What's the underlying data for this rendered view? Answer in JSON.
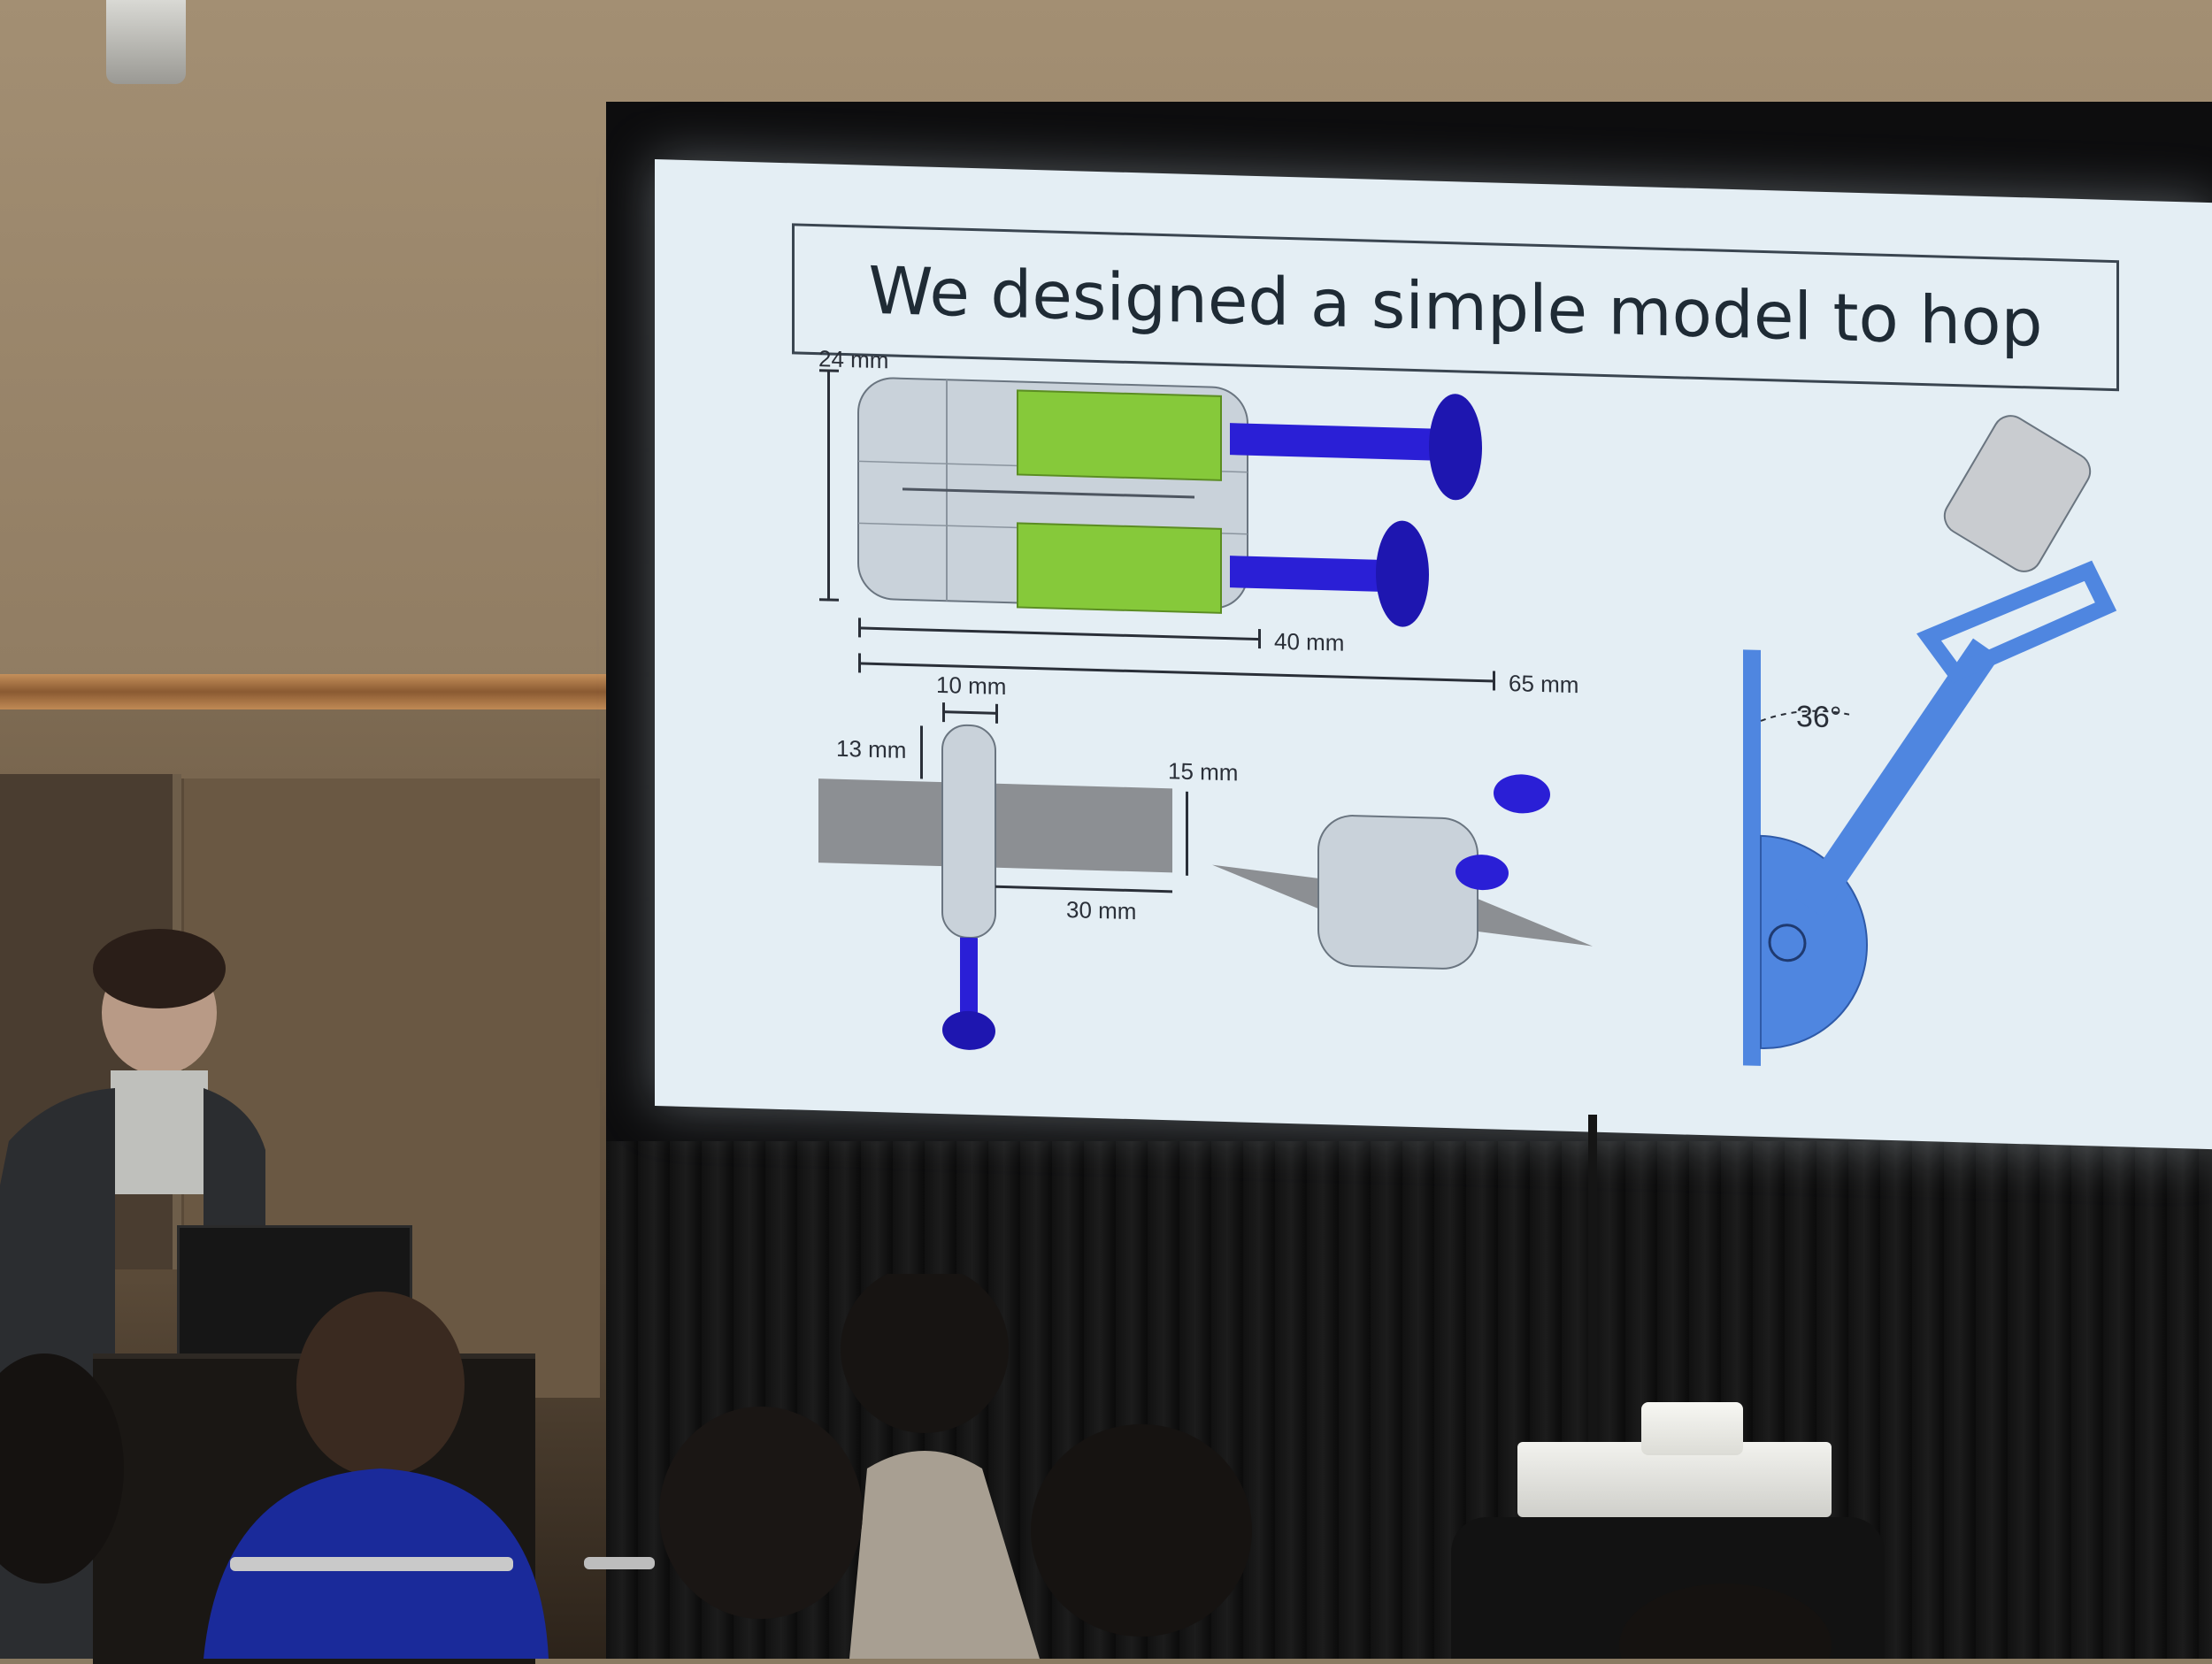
{
  "slide": {
    "title": "We designed a simple model to hop",
    "dimensions": {
      "height_top": "24 mm",
      "motor_length": "40 mm",
      "total_length": "65 mm",
      "width": "10 mm",
      "body_offset": "13 mm",
      "fin_height": "15 mm",
      "fin_length": "30 mm",
      "angle": "36°"
    }
  },
  "colors": {
    "slide_background": "#e4eef4",
    "motor_green": "#86c93a",
    "propeller_blue": "#2a1fd6",
    "rig_blue": "#4f86e0",
    "body_gray": "#c9d2da",
    "fin_gray": "#8c8f93"
  }
}
